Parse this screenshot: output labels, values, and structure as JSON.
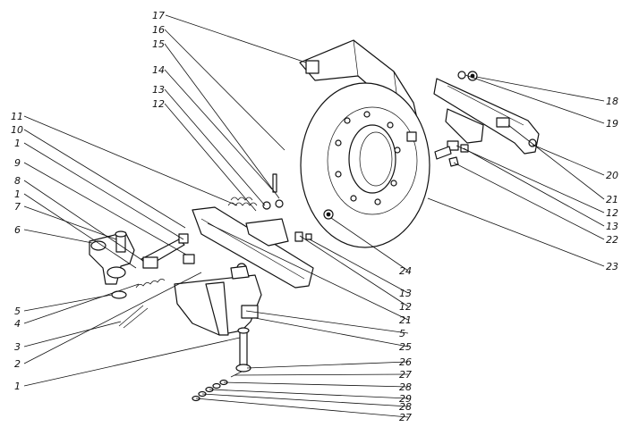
{
  "callouts": [
    {
      "id": "c17",
      "text": "17"
    },
    {
      "id": "c16",
      "text": "16"
    },
    {
      "id": "c15",
      "text": "15"
    },
    {
      "id": "c14",
      "text": "14"
    },
    {
      "id": "c13a",
      "text": "13"
    },
    {
      "id": "c12a",
      "text": "12"
    },
    {
      "id": "c11",
      "text": "11"
    },
    {
      "id": "c10",
      "text": "10"
    },
    {
      "id": "c1a",
      "text": "1"
    },
    {
      "id": "c9",
      "text": "9"
    },
    {
      "id": "c8",
      "text": "8"
    },
    {
      "id": "c1b",
      "text": "1"
    },
    {
      "id": "c7",
      "text": "7"
    },
    {
      "id": "c6",
      "text": "6"
    },
    {
      "id": "c5a",
      "text": "5"
    },
    {
      "id": "c4",
      "text": "4"
    },
    {
      "id": "c3",
      "text": "3"
    },
    {
      "id": "c2",
      "text": "2"
    },
    {
      "id": "c1c",
      "text": "1"
    },
    {
      "id": "c18",
      "text": "18"
    },
    {
      "id": "c19",
      "text": "19"
    },
    {
      "id": "c20",
      "text": "20"
    },
    {
      "id": "c21a",
      "text": "21"
    },
    {
      "id": "c12b",
      "text": "12"
    },
    {
      "id": "c13b",
      "text": "13"
    },
    {
      "id": "c22",
      "text": "22"
    },
    {
      "id": "c23",
      "text": "23"
    },
    {
      "id": "c24",
      "text": "24"
    },
    {
      "id": "c13c",
      "text": "13"
    },
    {
      "id": "c12c",
      "text": "12"
    },
    {
      "id": "c21b",
      "text": "21"
    },
    {
      "id": "c5b",
      "text": "5"
    },
    {
      "id": "c25",
      "text": "25"
    },
    {
      "id": "c26",
      "text": "26"
    },
    {
      "id": "c27a",
      "text": "27"
    },
    {
      "id": "c28a",
      "text": "28"
    },
    {
      "id": "c29",
      "text": "29"
    },
    {
      "id": "c28b",
      "text": "28"
    },
    {
      "id": "c27b",
      "text": "27"
    }
  ]
}
